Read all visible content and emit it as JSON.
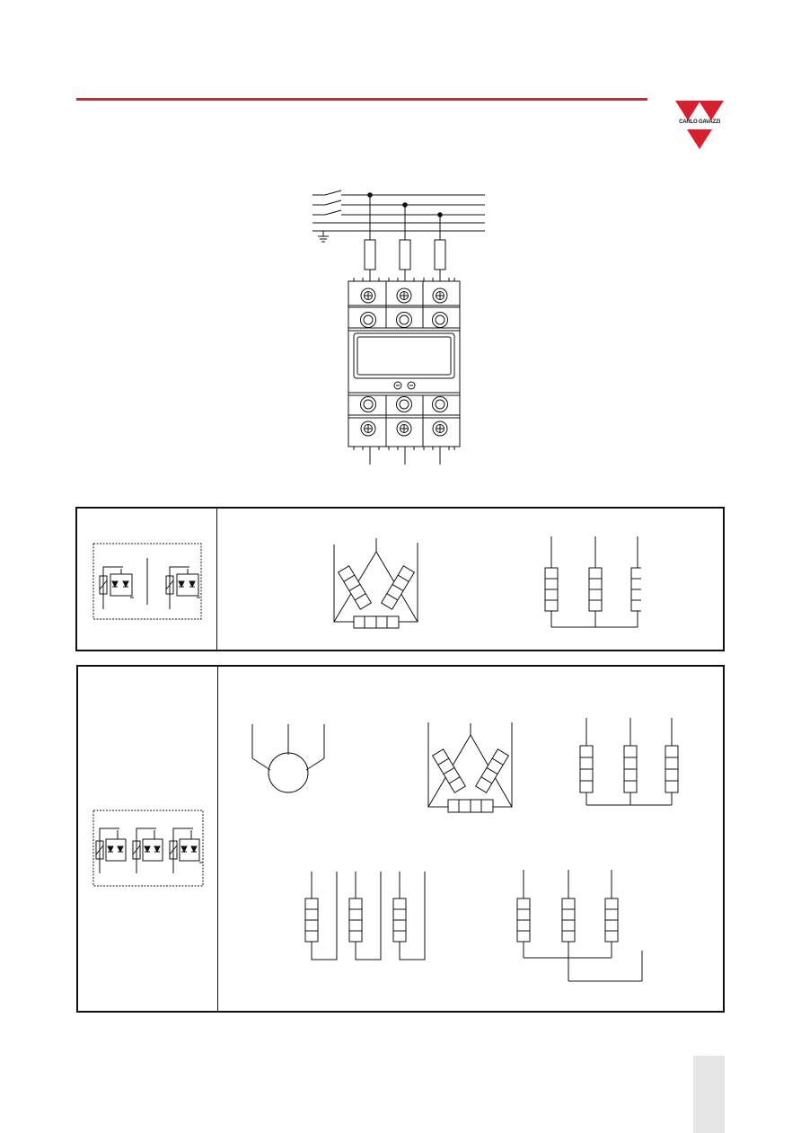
{
  "header": {
    "accent_color": "#d6202f",
    "logo": {
      "text": "CARLO GAVAZZI",
      "color": "#d6202f"
    }
  },
  "wiring_diagram": {
    "icon": "three-phase-wiring-diagram"
  },
  "panels": [
    {
      "id": "two-phase-control",
      "symbol_icon": "two-pole-thyristor-symbol",
      "loads": [
        "delta-load",
        "star-load"
      ]
    },
    {
      "id": "three-phase-control",
      "symbol_icon": "three-pole-thyristor-symbol",
      "loads": [
        "motor-load",
        "delta-load",
        "star-load",
        "open-delta-load",
        "star-neutral-load"
      ]
    }
  ],
  "footer": {
    "page_tab_color": "#e6e6e6"
  }
}
